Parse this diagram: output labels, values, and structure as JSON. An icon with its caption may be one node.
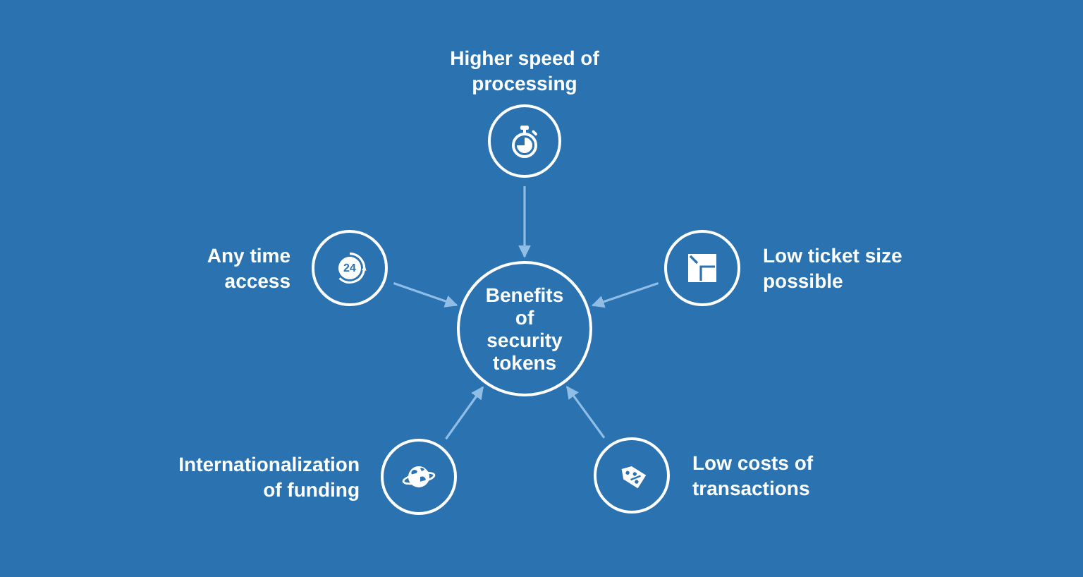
{
  "diagram": {
    "nodes": [
      {
        "text": [
          "Higher speed of processing"
        ]
      },
      {
        "text": [
          "Any time access"
        ]
      },
      {
        "text": [
          "Low ticket size possible"
        ]
      },
      {
        "text": [
          "Benefits of security tokens"
        ]
      },
      {
        "text": [
          "Internationalization of funding"
        ]
      },
      {
        "text": [
          "Low costs of transactions"
        ]
      }
    ],
    "edges": [
      {
        "from": 0,
        "to": 3,
        "arrow": "to"
      },
      {
        "from": 1,
        "to": 3,
        "arrow": "to"
      },
      {
        "from": 2,
        "to": 3,
        "arrow": "to"
      },
      {
        "from": 4,
        "to": 3,
        "arrow": "to"
      },
      {
        "from": 5,
        "to": 3,
        "arrow": "to"
      }
    ],
    "labels": [
      "24"
    ]
  }
}
